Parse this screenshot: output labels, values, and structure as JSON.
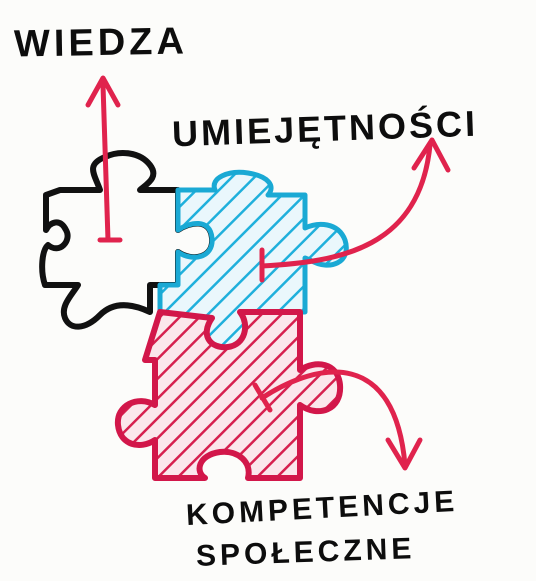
{
  "labels": {
    "top": "WIEDZA",
    "right": "UMIEJĘTNOŚCI",
    "bottom_line1": "KOMPETENCJE",
    "bottom_line2": "SPOŁECZNE"
  },
  "pieces": [
    {
      "label_ref": "top",
      "fill": "none",
      "outline": "#111111",
      "arrow_color": "#e0234d"
    },
    {
      "label_ref": "right",
      "fill": "#8fd6ec",
      "outline": "#1aa9d4",
      "arrow_color": "#e0234d"
    },
    {
      "label_ref": "bottom",
      "fill": "#d81b4a",
      "outline": "#c2123d",
      "arrow_color": "#e0234d"
    }
  ],
  "colors": {
    "background": "#fcfcfa",
    "ink": "#111111",
    "accent_red": "#e0234d",
    "blue_fill": "#8fd6ec",
    "blue_stroke": "#1aa9d4",
    "red_fill": "#d81b4a"
  }
}
